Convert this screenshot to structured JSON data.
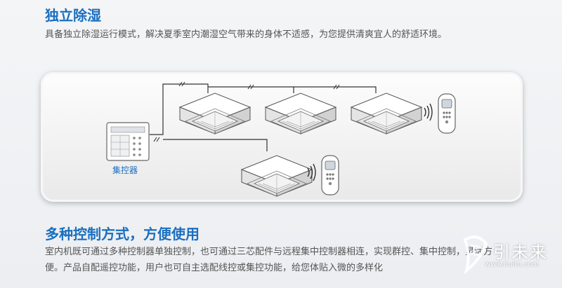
{
  "section1": {
    "title": "独立除湿",
    "description": "具备独立除湿运行模式，解决夏季室内潮湿空气带来的身体不适感，为您提供清爽宜人的舒适环境。"
  },
  "diagram": {
    "controller_label": "集控器"
  },
  "section2": {
    "title": "多种控制方式，方便使用",
    "description": "室内机既可通过多种控制器单独控制，也可通过三芯配件与远程集中控制器相连，实现群控、集中控制，灵活方便。产品自配遥控功能，用户也可自主选配线控或集控功能，给您体贴入微的多样化"
  },
  "watermark": {
    "text": "引未来",
    "url": "www.huitu.com"
  },
  "colors": {
    "accent": "#1a6fc0",
    "text": "#555555"
  }
}
